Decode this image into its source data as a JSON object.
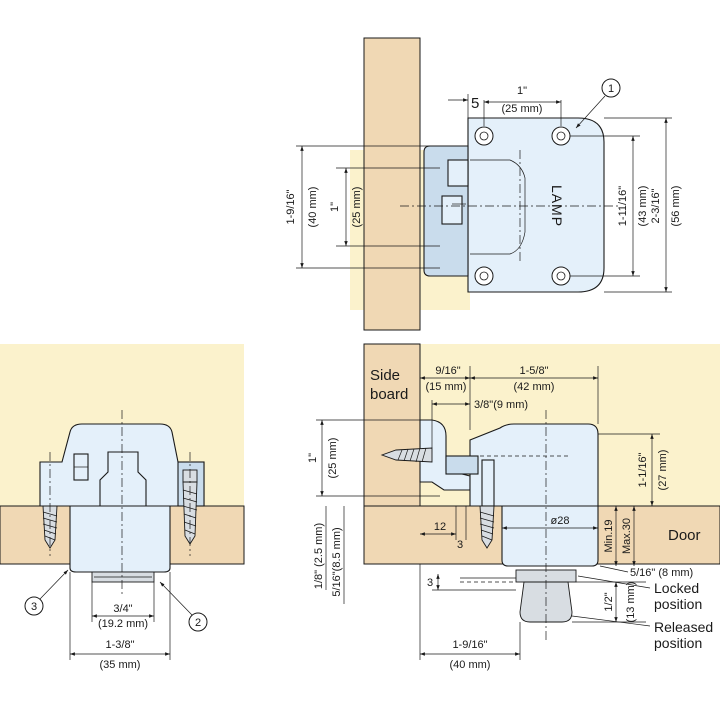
{
  "top_view": {
    "dim_5": "5",
    "dim_1in": "1\"",
    "dim_25mm": "(25 mm)",
    "dim_1_9_16": "1-9/16\"",
    "dim_40mm": "(40 mm)",
    "dim_1in_v": "1\"",
    "dim_25mm_v": "(25 mm)",
    "dim_1_11_16": "1-11/16\"",
    "dim_43mm": "(43 mm)",
    "dim_2_3_16": "2-3/16\"",
    "dim_56mm": "(56 mm)",
    "brand": "LAMP",
    "callout_1": "1"
  },
  "front_view": {
    "dim_3_4": "3/4\"",
    "dim_19_2mm": "(19.2 mm)",
    "dim_1_3_8": "1-3/8\"",
    "dim_35mm": "(35 mm)",
    "callout_2": "2",
    "callout_3": "3"
  },
  "side_view": {
    "side_board_1": "Side",
    "side_board_2": "board",
    "door": "Door",
    "dim_9_16": "9/16\"",
    "dim_15mm": "(15 mm)",
    "dim_1_5_8": "1-5/8\"",
    "dim_42mm": "(42 mm)",
    "dim_3_8": "3/8\"(9 mm)",
    "dim_1in": "1\"",
    "dim_25mm": "(25 mm)",
    "dim_1_1_16": "1-1/16\"",
    "dim_27mm": "(27 mm)",
    "dim_12": "12",
    "dim_3": "3",
    "dim_d28": "ø28",
    "dim_min19": "Min.19",
    "dim_max30": "Max.30",
    "dim_1_8": "1/8\" (2.5 mm)",
    "dim_5_16": "5/16\"(8.5 mm)",
    "dim_5_16_8mm": "5/16\" (8 mm)",
    "dim_3b": "3",
    "dim_1_2": "1/2\"",
    "dim_13mm": "(13 mm)",
    "locked_1": "Locked",
    "locked_2": "position",
    "released_1": "Released",
    "released_2": "position",
    "dim_1_9_16": "1-9/16\"",
    "dim_40mm": "(40 mm)"
  }
}
